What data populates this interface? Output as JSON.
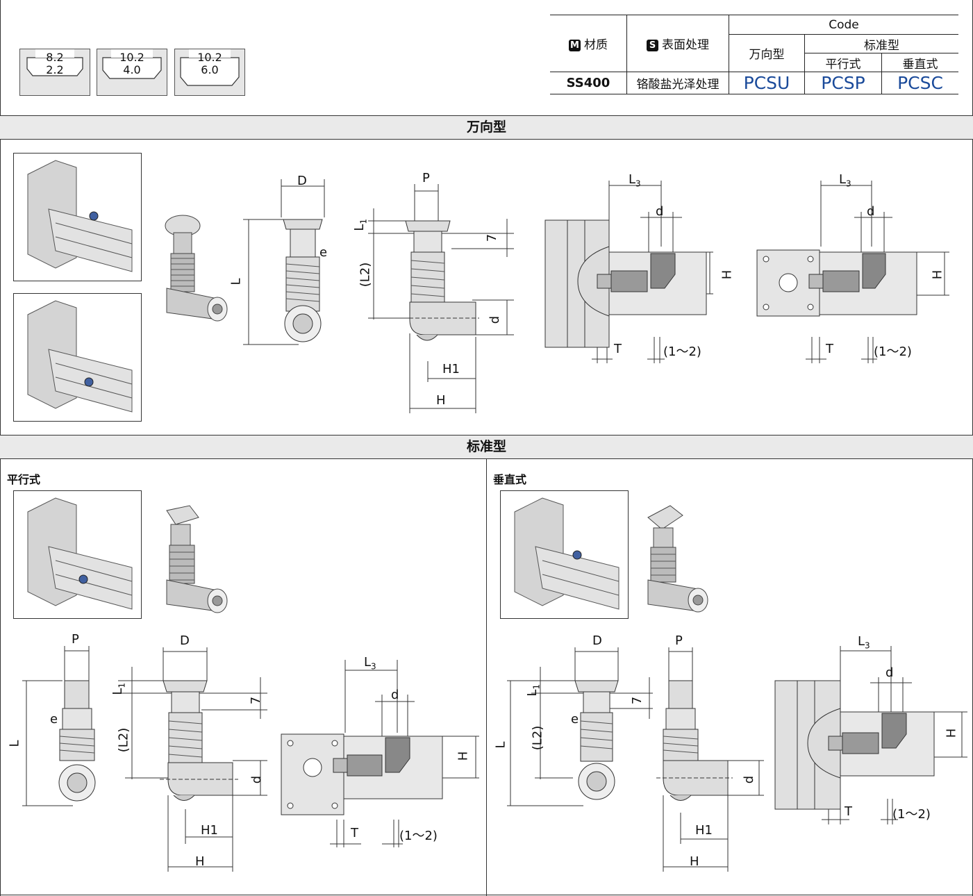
{
  "slots": [
    {
      "top": "8.2",
      "bottom": "2.2"
    },
    {
      "top": "10.2",
      "bottom": "4.0"
    },
    {
      "top": "10.2",
      "bottom": "6.0"
    }
  ],
  "code_table": {
    "material_label": "材质",
    "material_badge": "M",
    "surface_label": "表面处理",
    "surface_badge": "S",
    "code_header": "Code",
    "universal_header": "万向型",
    "standard_header": "标准型",
    "parallel_header": "平行式",
    "vertical_header": "垂直式",
    "material_value": "SS400",
    "surface_value": "铬酸盐光泽处理",
    "code_universal": "PCSU",
    "code_parallel": "PCSP",
    "code_vertical": "PCSC"
  },
  "sections": {
    "universal": "万向型",
    "standard": "标准型",
    "parallel": "平行式",
    "vertical": "垂直式"
  },
  "dims": {
    "D": "D",
    "P": "P",
    "L": "L",
    "e": "e",
    "L1": "L1",
    "L2": "(L2)",
    "seven": "7",
    "d": "d",
    "H": "H",
    "H1": "H1",
    "L3": "L3",
    "T": "T",
    "range": "(1～2)"
  },
  "colors": {
    "code_blue": "#1a4a9a",
    "band_gray": "#eaeaea"
  }
}
